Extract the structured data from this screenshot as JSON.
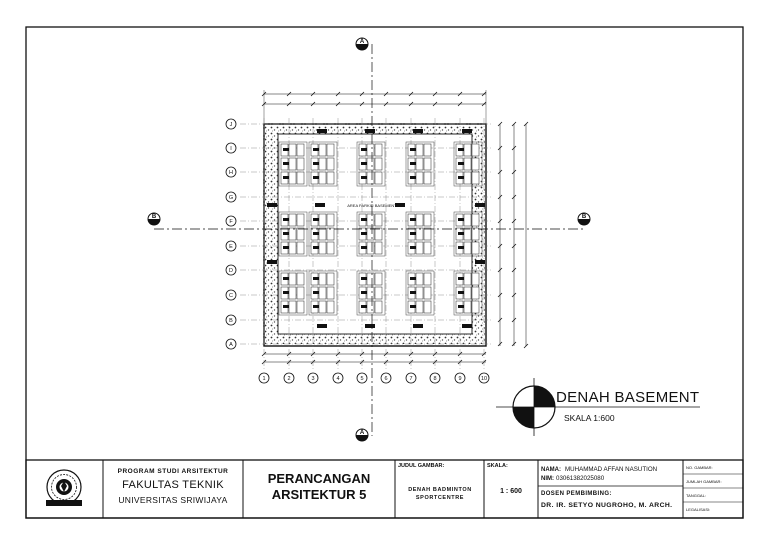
{
  "drawing": {
    "title": "DENAH BASEMENT",
    "scale_label": "SKALA 1:600",
    "section_marks": [
      "A",
      "B",
      "B",
      "A"
    ],
    "grid_columns": [
      "1",
      "2",
      "3",
      "4",
      "5",
      "6",
      "7",
      "8",
      "9",
      "10"
    ],
    "grid_rows": [
      "J",
      "I",
      "H",
      "G",
      "F",
      "E",
      "D",
      "C",
      "B",
      "A"
    ],
    "center_label": "AREA PARKIR BASEMENT"
  },
  "title_block": {
    "program": "PROGRAM STUDI ARSITEKTUR",
    "faculty": "FAKULTAS TEKNIK",
    "university": "UNIVERSITAS SRIWIJAYA",
    "course_line1": "PERANCANGAN",
    "course_line2": "ARSITEKTUR 5",
    "judul_label": "JUDUL GAMBAR:",
    "judul_line1": "DENAH BADMINTON",
    "judul_line2": "SPORTCENTRE",
    "skala_label": "SKALA:",
    "skala_value": "1 : 600",
    "nama_label": "NAMA:",
    "nama_value": "MUHAMMAD AFFAN NASUTION",
    "nim_label": "NIM:",
    "nim_value": "03061382025080",
    "dosen_label": "DOSEN PEMBIMBING:",
    "dosen_value": "DR. IR. SETYO NUGROHO, M. ARCH.",
    "side_labels": [
      "NO. GAMBAR:",
      "JUMLAH GAMBAR:",
      "TANGGAL:",
      "LEGALISASI:"
    ]
  },
  "colors": {
    "line": "#111111",
    "hatch": "#555555",
    "paper": "#ffffff"
  }
}
